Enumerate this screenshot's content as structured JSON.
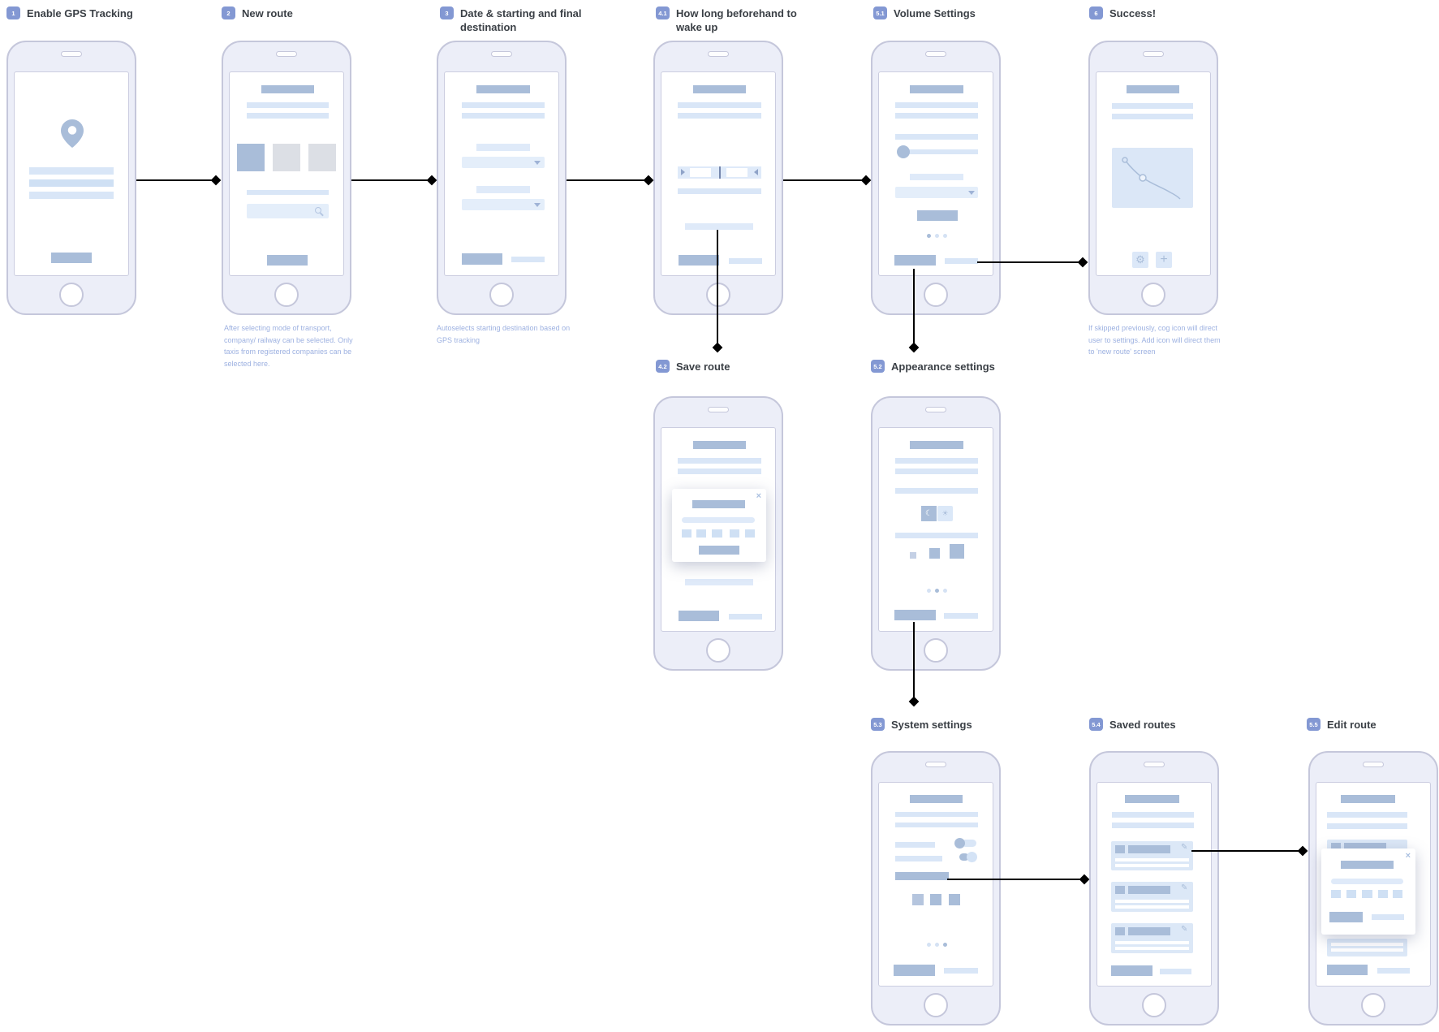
{
  "meta": {
    "title": "Wake-up route app — user flow wireframes"
  },
  "palette": {
    "accent_dark": "#a9bdd9",
    "accent_light": "#d9e6f7",
    "phone_fill": "#eceef8",
    "phone_border": "#c5c7db",
    "badge": "#8398d3",
    "annotation_text": "#9db1e1",
    "header_text": "#3b4046",
    "connector": "#000000",
    "card_fill": "#dce8f7",
    "modal_shadow": "rgba(90,100,140,0.35)"
  },
  "icons": {
    "close": "×",
    "gear": "⚙",
    "plus": "+",
    "moon": "☾",
    "sun": "☀",
    "edit": "✎"
  },
  "headers": [
    {
      "badge": "1",
      "title": "Enable GPS Tracking"
    },
    {
      "badge": "2",
      "title": "New route"
    },
    {
      "badge": "3",
      "title": "Date & starting and final destination"
    },
    {
      "badge": "4.1",
      "title": "How long beforehand to wake up"
    },
    {
      "badge": "5.1",
      "title": "Volume Settings"
    },
    {
      "badge": "6",
      "title": "Success!"
    },
    {
      "badge": "4.2",
      "title": "Save route"
    },
    {
      "badge": "5.2",
      "title": "Appearance settings"
    },
    {
      "badge": "5.3",
      "title": "System settings"
    },
    {
      "badge": "5.4",
      "title": "Saved routes"
    },
    {
      "badge": "5.5",
      "title": "Edit route"
    }
  ],
  "annotations": [
    {
      "text": "After selecting mode of transport, company/ railway can be selected. Only taxis from registered companies can be selected here."
    },
    {
      "text": "Autoselects starting destination based on GPS tracking"
    },
    {
      "text": "If skipped previously, cog icon will direct user to settings. Add icon will direct them to 'new route' screen"
    }
  ]
}
